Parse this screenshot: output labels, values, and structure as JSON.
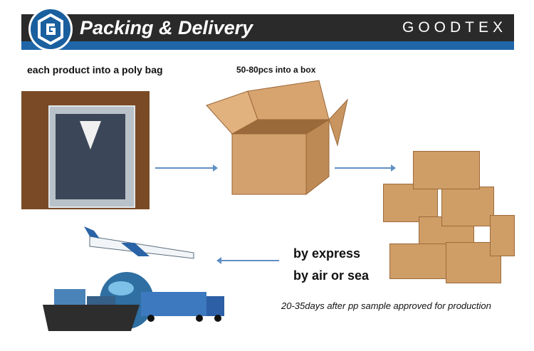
{
  "header": {
    "title": "Packing & Delivery",
    "brand": "GOODTEX"
  },
  "steps": {
    "step1": "each product into a poly bag",
    "step2": "50-80pcs into a box"
  },
  "shipping": {
    "method1": "by express",
    "method2": "by air or sea",
    "lead_time": "20-35days after pp sample approved for production"
  }
}
